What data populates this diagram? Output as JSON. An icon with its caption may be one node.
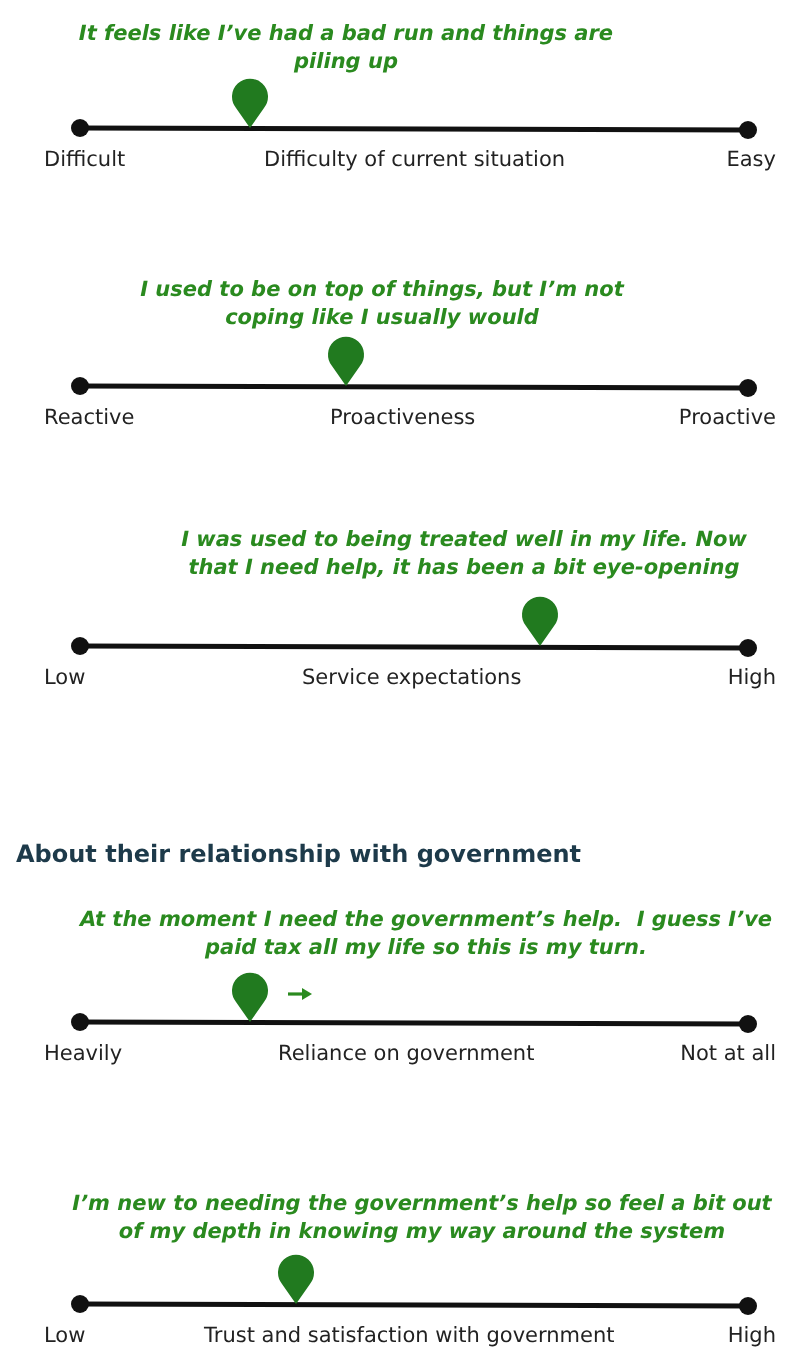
{
  "diagram": {
    "labels": [
      "It feels like I’ve had a bad run and things are piling up",
      "Difficult",
      "Difficulty of current situation",
      "Easy",
      "I used to be on top of things, but I’m not coping like I usually would",
      "Reactive",
      "Proactiveness",
      "Proactive",
      "I was used to being treated well in my life. Now that I need help, it has been a bit eye-opening",
      "Low",
      "Service expectations",
      "High",
      "About their relationship with government",
      "At the moment I need the government’s help.  I guess I’ve paid tax all my life so this is my turn.",
      "Heavily",
      "Reliance on government",
      "Not at all",
      "I’m new to needing the government’s help so feel a bit out of my depth in knowing my way around the system",
      "Low",
      "Trust and satisfaction with government",
      "High"
    ]
  }
}
